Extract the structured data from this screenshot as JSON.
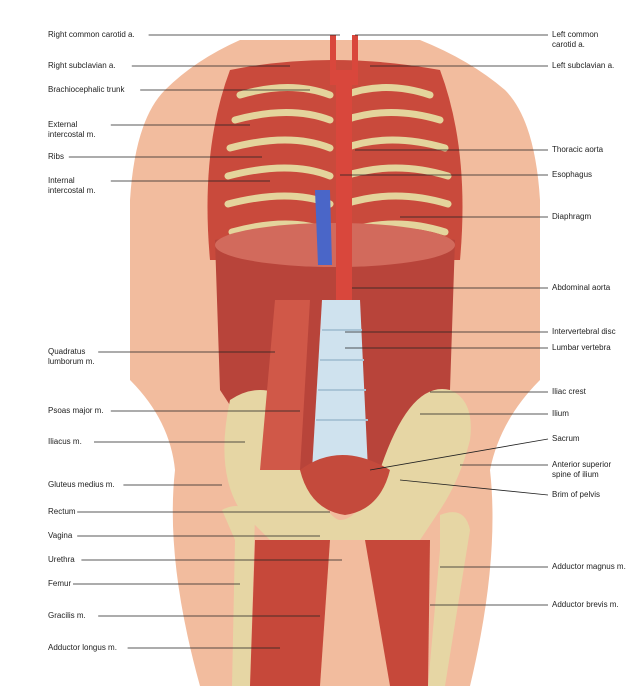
{
  "colors": {
    "skin": "#f0b89a",
    "muscle": "#c8473a",
    "bone": "#e6d6a4",
    "vein": "#4a66c8",
    "artery": "#d8443a",
    "disc": "#cfe2ee",
    "leader": "#222222"
  },
  "labels_left": [
    {
      "text": "Right common carotid a."
    },
    {
      "text": "Right subclavian a."
    },
    {
      "text": "Brachiocephalic trunk"
    },
    {
      "text": "External\nintercostal m."
    },
    {
      "text": "Ribs"
    },
    {
      "text": "Internal\nintercostal m."
    },
    {
      "text": "Quadratus\nlumborum m."
    },
    {
      "text": "Psoas major m."
    },
    {
      "text": "Iliacus m."
    },
    {
      "text": "Gluteus medius m."
    },
    {
      "text": "Rectum"
    },
    {
      "text": "Vagina"
    },
    {
      "text": "Urethra"
    },
    {
      "text": "Femur"
    },
    {
      "text": "Gracilis m."
    },
    {
      "text": "Adductor longus m."
    }
  ],
  "labels_right": [
    {
      "text": "Left common\ncarotid a."
    },
    {
      "text": "Left subclavian a."
    },
    {
      "text": "Thoracic aorta"
    },
    {
      "text": "Esophagus"
    },
    {
      "text": "Diaphragm"
    },
    {
      "text": "Abdominal aorta"
    },
    {
      "text": "Intervertebral disc"
    },
    {
      "text": "Lumbar vertebra"
    },
    {
      "text": "Iliac crest"
    },
    {
      "text": "Ilium"
    },
    {
      "text": "Sacrum"
    },
    {
      "text": "Anterior superior\nspine of ilium"
    },
    {
      "text": "Brim of pelvis"
    },
    {
      "text": "Adductor magnus m."
    },
    {
      "text": "Adductor brevis m."
    }
  ]
}
